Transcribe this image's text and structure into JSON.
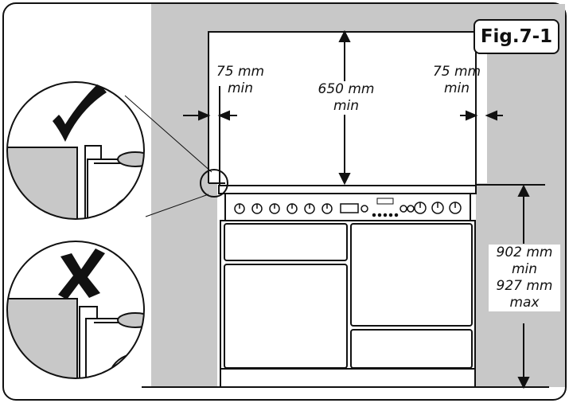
{
  "figure_label": "Fig.7-1",
  "dimensions": {
    "left_gap": {
      "value": "75 mm",
      "qualifier": "min"
    },
    "top_gap": {
      "value": "650 mm",
      "qualifier": "min"
    },
    "right_gap": {
      "value": "75 mm",
      "qualifier": "min"
    },
    "height": {
      "min_value": "902 mm",
      "min_qualifier": "min",
      "max_value": "927 mm",
      "max_qualifier": "max"
    }
  },
  "detail_views": [
    {
      "status": "correct",
      "icon": "checkmark-icon"
    },
    {
      "status": "incorrect",
      "icon": "cross-icon"
    }
  ],
  "colors": {
    "wall": "#c8c8c8",
    "line": "#111111",
    "background": "#ffffff"
  }
}
